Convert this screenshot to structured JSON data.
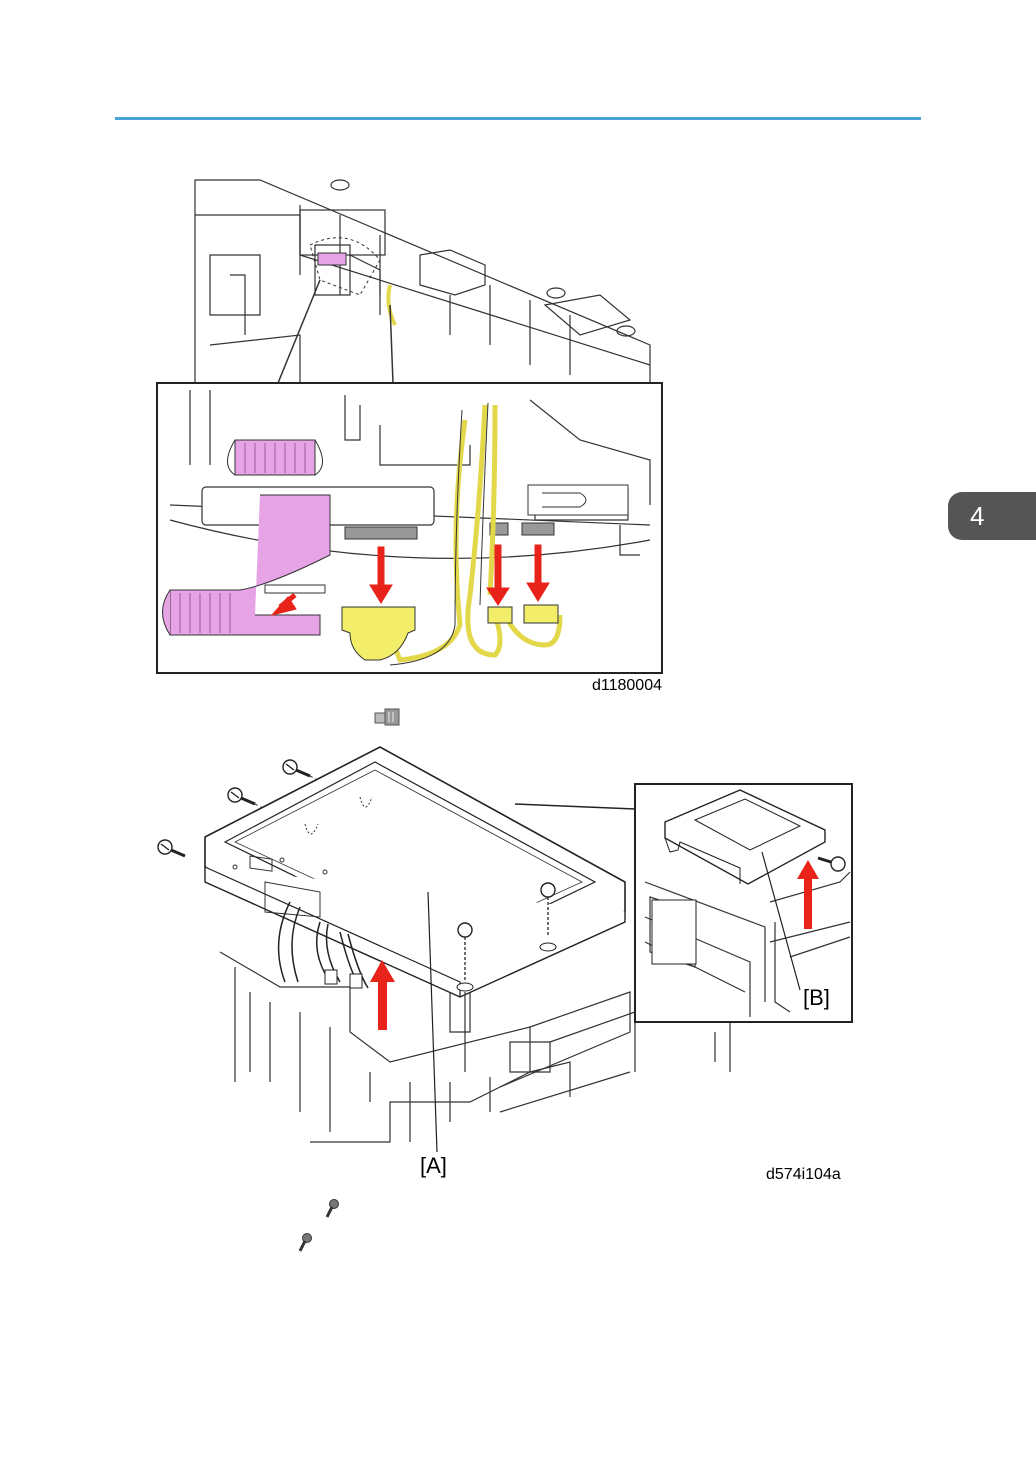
{
  "page": {
    "chapter_tab": "4"
  },
  "figure1": {
    "id": "d1180004"
  },
  "figure2": {
    "id": "d574i104a",
    "label_a": "[A]",
    "label_b": "[B]"
  },
  "colors": {
    "rule": "#4aa3d8",
    "tab": "#555555",
    "ffc": "#e6a3e6",
    "harness": "#f2ee6a",
    "arrow": "#e8231a"
  },
  "icons": [
    "connector-icon",
    "screw-icon",
    "screw-icon"
  ]
}
